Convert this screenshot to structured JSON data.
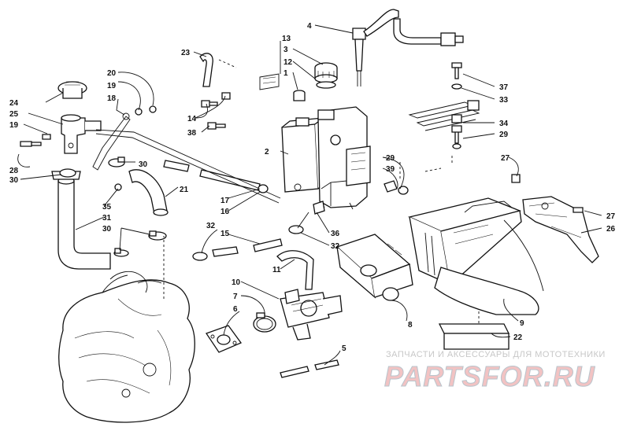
{
  "watermark": {
    "tagline": "ЗАПЧАСТИ И АКСЕССУАРЫ ДЛЯ МОТОТЕХНИКИ",
    "logo_part1": "PARTS",
    "logo_part2": "FOR",
    "logo_part3": ".RU"
  },
  "callouts": {
    "c1": "1",
    "c2": "2",
    "c3": "3",
    "c4": "4",
    "c5": "5",
    "c6": "6",
    "c7": "7",
    "c8": "8",
    "c9": "9",
    "c10": "10",
    "c11": "11",
    "c12": "12",
    "c13": "13",
    "c14": "14",
    "c15": "15",
    "c16": "16",
    "c17": "17",
    "c18": "18",
    "c19a": "19",
    "c19b": "19",
    "c20": "20",
    "c21": "21",
    "c22": "22",
    "c23": "23",
    "c24": "24",
    "c25": "25",
    "c26": "26",
    "c27a": "27",
    "c27b": "27",
    "c28": "28",
    "c29a": "29",
    "c29b": "29",
    "c30a": "30",
    "c30b": "30",
    "c30c": "30",
    "c31": "31",
    "c32a": "32",
    "c32b": "32",
    "c33": "33",
    "c34": "34",
    "c35": "35",
    "c36": "36",
    "c37": "37",
    "c38": "38",
    "c39": "39"
  },
  "colors": {
    "line": "#111111",
    "watermark_red": "#f2c3c3",
    "watermark_gray": "#c7c7c7"
  }
}
